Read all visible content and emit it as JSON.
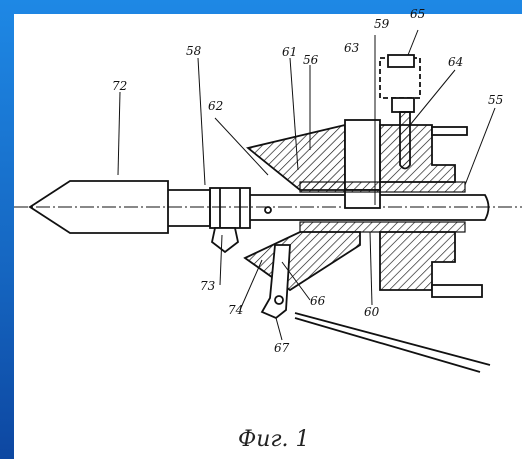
{
  "figure": {
    "caption": "Фиг. 1",
    "labels": {
      "l72": "72",
      "l58": "58",
      "l61": "61",
      "l56": "56",
      "l63": "63",
      "l59": "59",
      "l65": "65",
      "l64": "64",
      "l55": "55",
      "l62": "62",
      "l73": "73",
      "l74": "74",
      "l66": "66",
      "l60": "60",
      "l67": "67"
    }
  },
  "colors": {
    "background": "#1565c0",
    "paper": "#ffffff",
    "ink": "#111111"
  }
}
